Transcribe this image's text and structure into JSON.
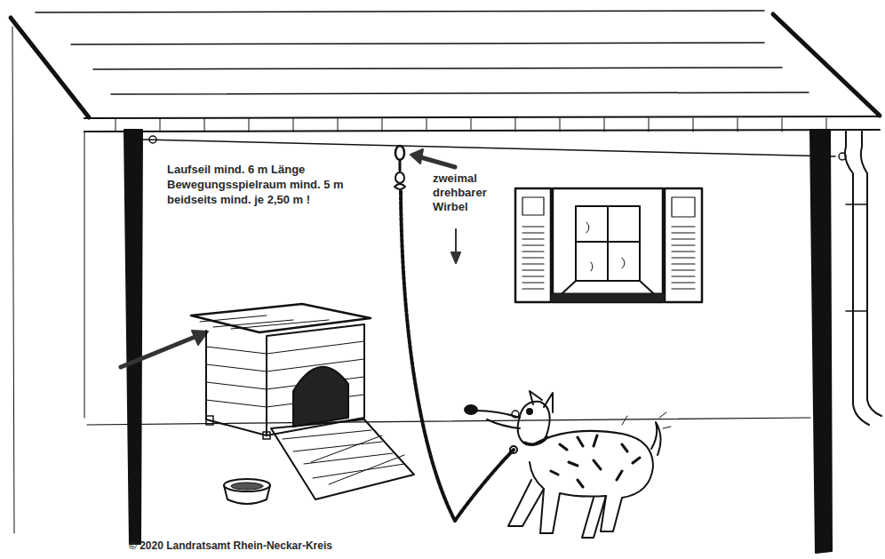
{
  "diagram": {
    "labels": [
      "Laufseil mind. 6 m Länge",
      "Bewegungsspielraum mind. 5 m",
      "beidseits mind. je 2,50 m !",
      "zweimal drehbarer Wirbel",
      "© 2020 Landratsamt Rhein-Neckar-Kreis"
    ]
  }
}
